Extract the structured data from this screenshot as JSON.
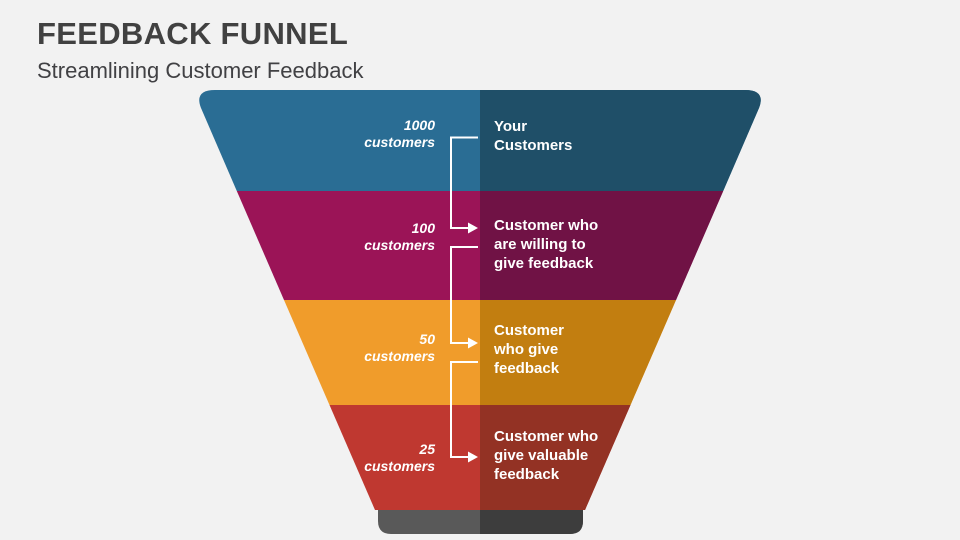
{
  "slide": {
    "title": "FEEDBACK FUNNEL",
    "subtitle": "Streamlining Customer Feedback",
    "background_color": "#F2F2F2",
    "title_color": "#414141"
  },
  "funnel": {
    "connector_color": "#FFFFFF",
    "text_color": "#FFFFFF",
    "layers": [
      {
        "count": "1000\ncustomers",
        "description": "Your\nCustomers",
        "color_left": "#2A6D94",
        "color_right": "#1F4F68"
      },
      {
        "count": "100\ncustomers",
        "description": "Customer who\nare willing to\ngive feedback",
        "color_left": "#9B1457",
        "color_right": "#701245"
      },
      {
        "count": "50\ncustomers",
        "description": "Customer\nwho give\nfeedback",
        "color_left": "#F09C2B",
        "color_right": "#C27E10"
      },
      {
        "count": "25\ncustomers",
        "description": "Customer who\ngive valuable\nfeedback",
        "color_left": "#BF3830",
        "color_right": "#933224"
      }
    ],
    "spout": {
      "color_left": "#595959",
      "color_right": "#3D3D3D"
    }
  }
}
